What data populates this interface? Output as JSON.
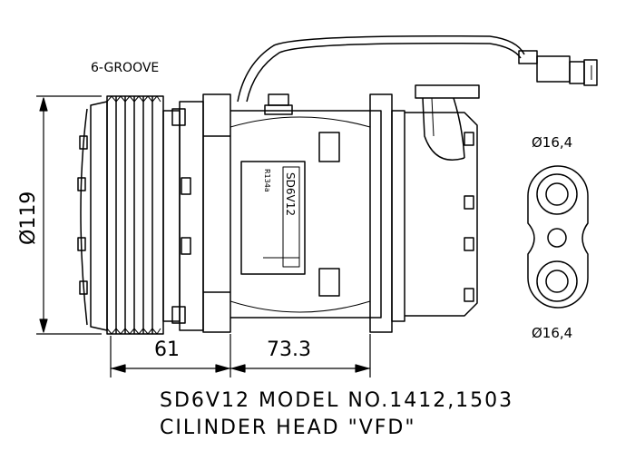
{
  "labels": {
    "groove": "6-GROOVE",
    "diameter": "Ø119",
    "dim_left": "61",
    "dim_right": "73.3",
    "port_top": "Ø16,4",
    "port_bottom": "Ø16,4",
    "body_model": "SD6V12",
    "body_refrigerant": "R134a"
  },
  "caption": {
    "line1": "SD6V12 MODEL NO.1412,1503",
    "line2": "CILINDER HEAD \"VFD\""
  }
}
